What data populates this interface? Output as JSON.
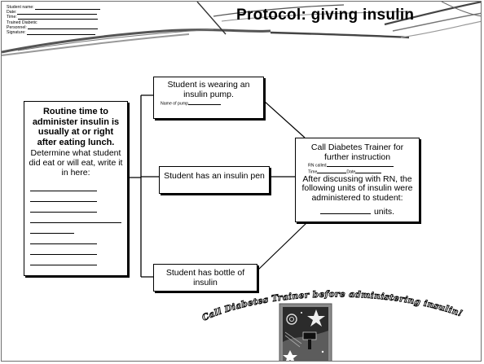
{
  "page": {
    "title": "Protocol: giving insulin"
  },
  "form_fields": [
    {
      "label": "Student name:"
    },
    {
      "label": "Date:"
    },
    {
      "label": "Time:"
    },
    {
      "label": "Trained Diabetic"
    },
    {
      "label": "Personnel:"
    },
    {
      "label": "Signature:"
    }
  ],
  "routine_box": {
    "bold_text": "Routine time to administer insulin is usually at or right after eating lunch.",
    "plain_text": "Determine what student did eat or will eat, write it in here:"
  },
  "pump_box": {
    "text": "Student is wearing an insulin pump.",
    "name_label": "Name of pump"
  },
  "pen_box": {
    "text": "Student has an insulin pen"
  },
  "bottle_box": {
    "text": "Student has bottle of insulin"
  },
  "call_box": {
    "heading": "Call Diabetes Trainer for further instruction",
    "rn_called": "RN called",
    "time": "Time",
    "date": "Date",
    "body": "After discussing with RN, the following units of insulin were administered to student:",
    "units": "units."
  },
  "banner": {
    "text": "Call Diabetes Trainer before administering insulin!"
  }
}
